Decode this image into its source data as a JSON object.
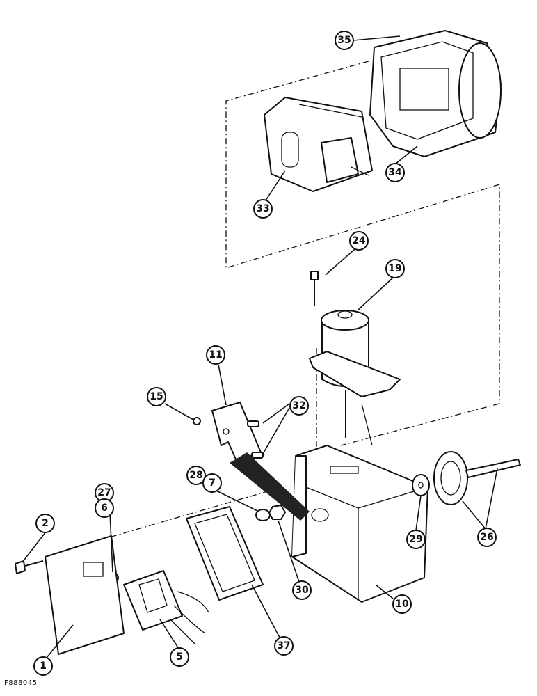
{
  "callouts": [
    {
      "id": "35",
      "label": "35"
    },
    {
      "id": "34",
      "label": "34"
    },
    {
      "id": "33",
      "label": "33"
    },
    {
      "id": "24",
      "label": "24"
    },
    {
      "id": "19",
      "label": "19"
    },
    {
      "id": "11",
      "label": "11"
    },
    {
      "id": "15",
      "label": "15"
    },
    {
      "id": "32",
      "label": "32"
    },
    {
      "id": "28",
      "label": "28"
    },
    {
      "id": "7",
      "label": "7"
    },
    {
      "id": "27",
      "label": "27"
    },
    {
      "id": "6",
      "label": "6"
    },
    {
      "id": "2",
      "label": "2"
    },
    {
      "id": "29",
      "label": "29"
    },
    {
      "id": "26",
      "label": "26"
    },
    {
      "id": "30",
      "label": "30"
    },
    {
      "id": "10",
      "label": "10"
    },
    {
      "id": "37",
      "label": "37"
    },
    {
      "id": "5",
      "label": "5"
    },
    {
      "id": "1",
      "label": "1"
    }
  ],
  "figure_code": "F888045"
}
